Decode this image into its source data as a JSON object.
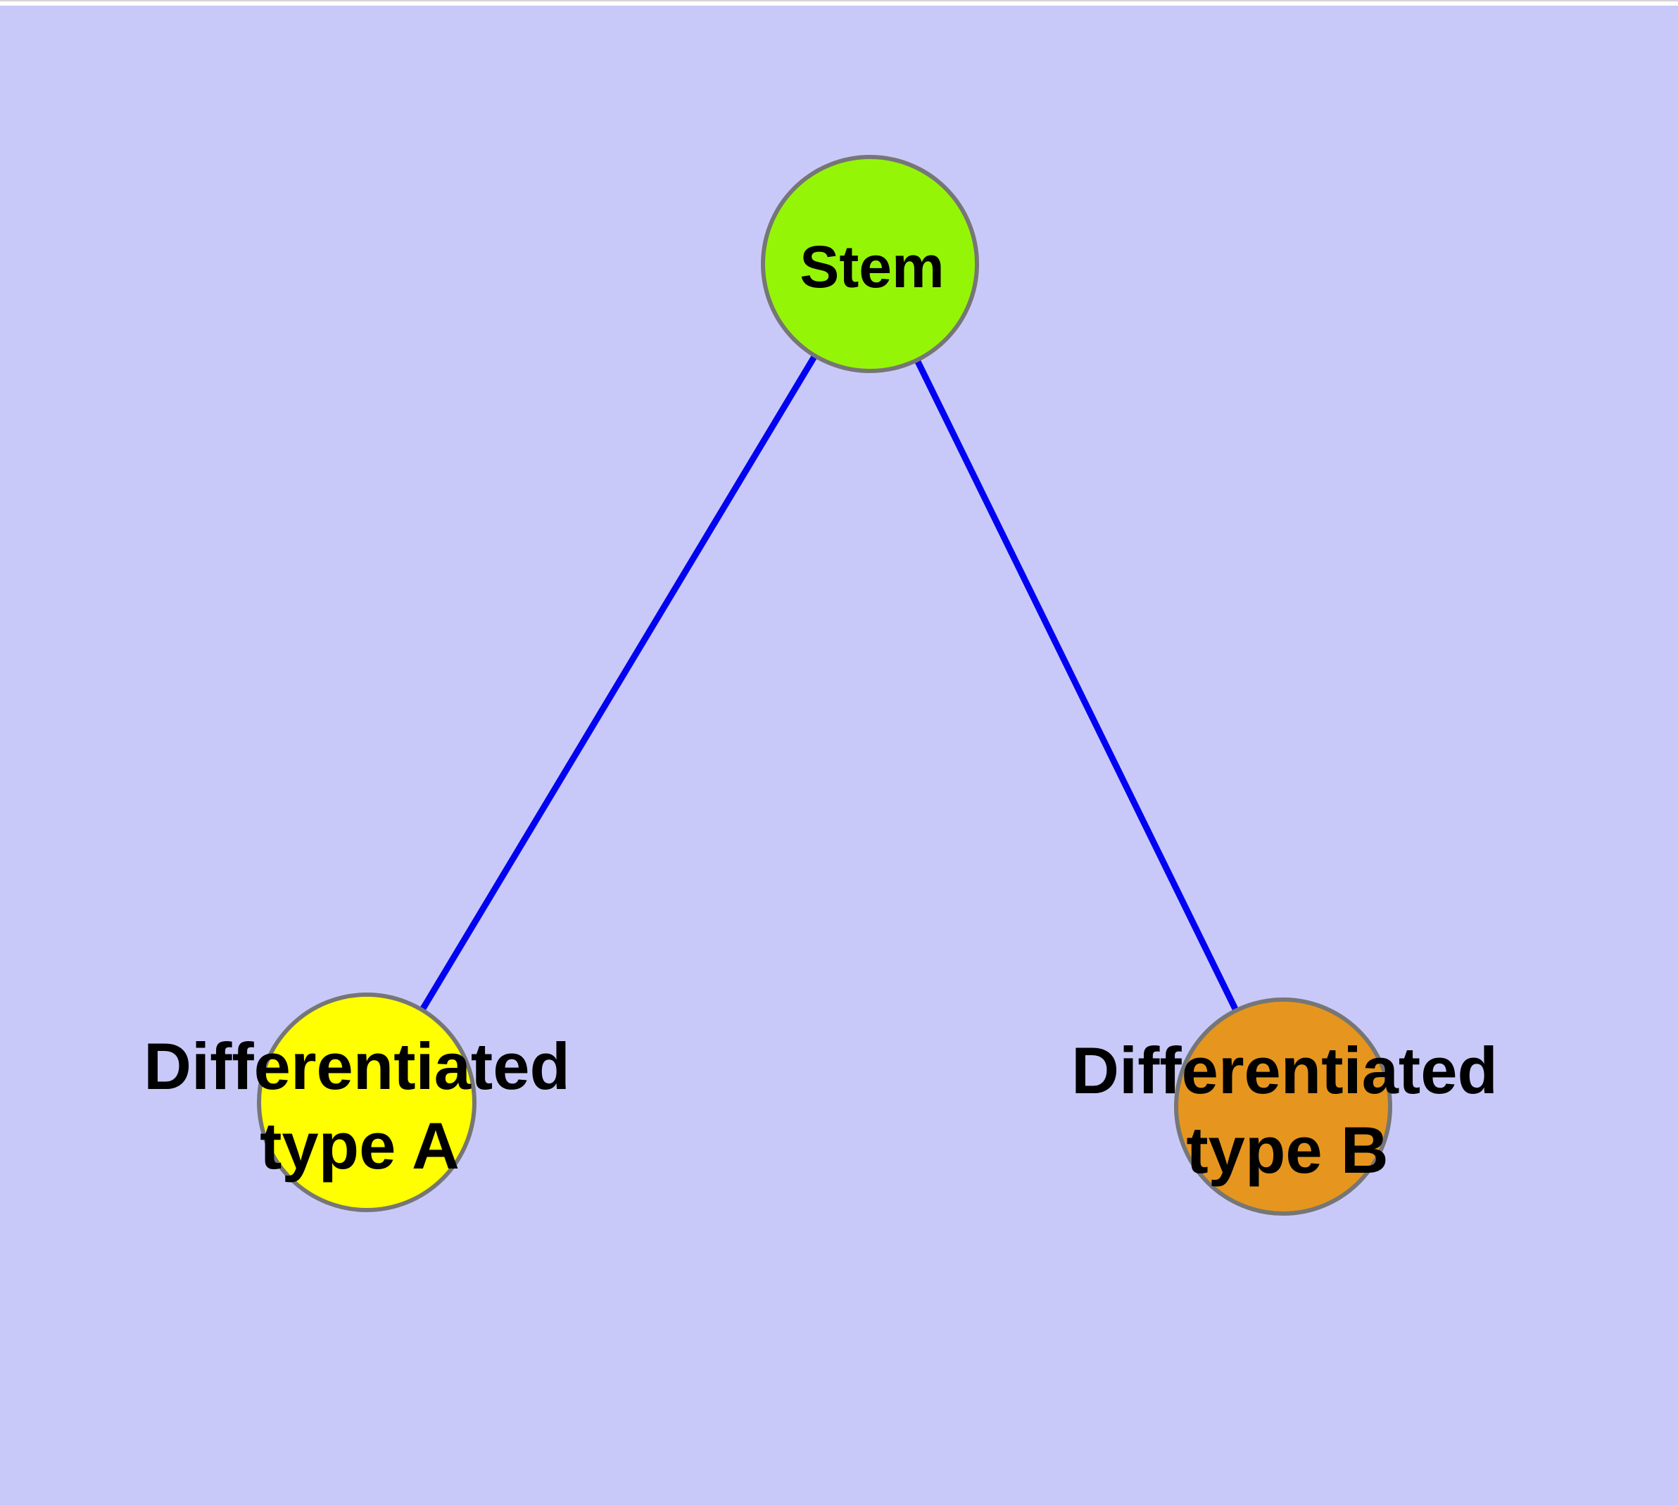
{
  "figure": {
    "title": "Stem cell differentiation diagram",
    "background_color": "#c9c9f9",
    "margin_color": "#ffffff",
    "top_border_color": "#d4d4d4",
    "node_border_color": "#767676",
    "text_color": "#000000"
  },
  "nodes": {
    "stem": {
      "label": "Stem",
      "fill": "#94f606"
    },
    "type_a": {
      "label": "Differentiated type A",
      "label_line1": "Differentiated",
      "label_line2": "type A",
      "fill": "#ffff00"
    },
    "type_b": {
      "label": "Differentiated type B",
      "label_line1": "Differentiated",
      "label_line2": "type B",
      "fill": "#e6961e"
    }
  },
  "edges": {
    "color": "#0202f2",
    "list": [
      {
        "from": "Stem",
        "to": "Differentiated type A"
      },
      {
        "from": "Stem",
        "to": "Differentiated type B"
      }
    ]
  }
}
